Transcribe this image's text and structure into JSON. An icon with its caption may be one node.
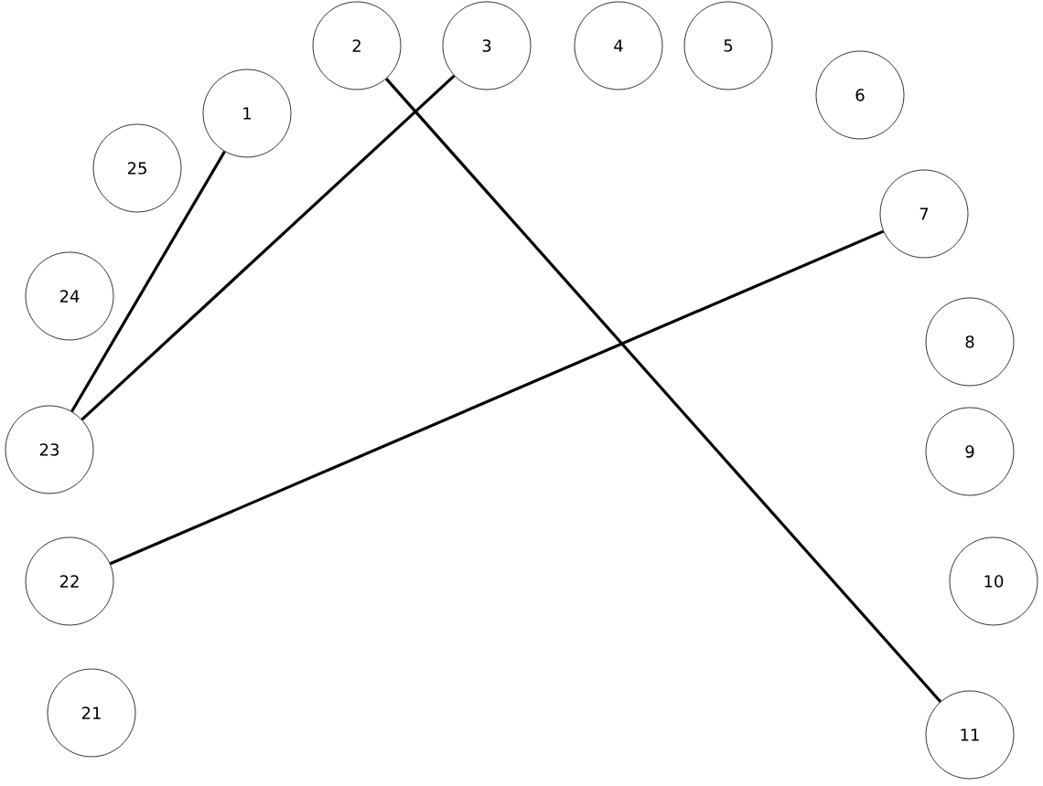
{
  "diagram": {
    "nodes": [
      {
        "text": [
          "1"
        ]
      },
      {
        "text": [
          "2"
        ]
      },
      {
        "text": [
          "3"
        ]
      },
      {
        "text": [
          "4"
        ]
      },
      {
        "text": [
          "5"
        ]
      },
      {
        "text": [
          "6"
        ]
      },
      {
        "text": [
          "7"
        ]
      },
      {
        "text": [
          "8"
        ]
      },
      {
        "text": [
          "9"
        ]
      },
      {
        "text": [
          "10"
        ]
      },
      {
        "text": [
          "11"
        ]
      },
      {
        "text": [
          "21"
        ]
      },
      {
        "text": [
          "22"
        ]
      },
      {
        "text": [
          "23"
        ]
      },
      {
        "text": [
          "24"
        ]
      },
      {
        "text": [
          "25"
        ]
      }
    ],
    "edges": [
      {
        "from": 0,
        "to": 13,
        "arrow": "none"
      },
      {
        "from": 2,
        "to": 13,
        "arrow": "none"
      },
      {
        "from": 1,
        "to": 10,
        "arrow": "none"
      },
      {
        "from": 6,
        "to": 12,
        "arrow": "none"
      }
    ]
  }
}
